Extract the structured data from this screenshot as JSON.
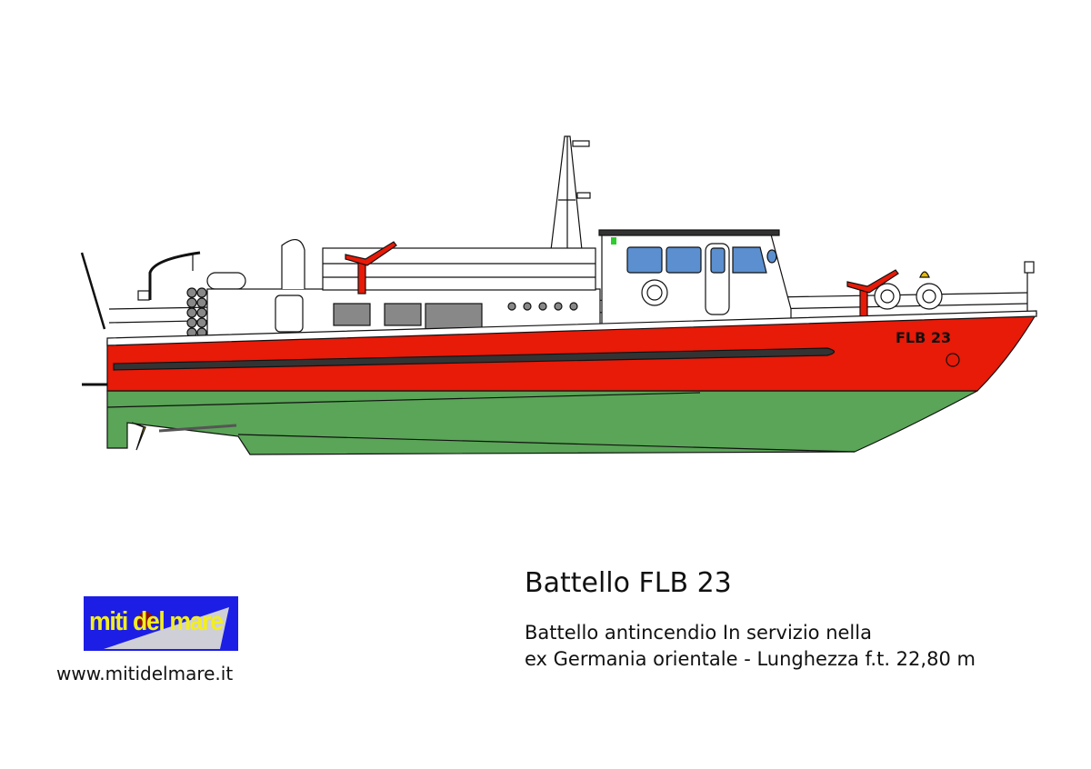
{
  "caption": {
    "title": "Battello FLB 23",
    "line1": "Battello antincendio In servizio nella",
    "line2": "ex Germania orientale - Lunghezza f.t. 22,80 m"
  },
  "hull_marking": "FLB 23",
  "logo": {
    "text": "miti del mare",
    "url": "www.mitidelmare.it"
  },
  "colors": {
    "hull_red": "#e81a08",
    "hull_green": "#5aa557",
    "window_blue": "#5b8fcf",
    "logo_blue": "#1c1ee6",
    "logo_yellow": "#f2ee22"
  }
}
